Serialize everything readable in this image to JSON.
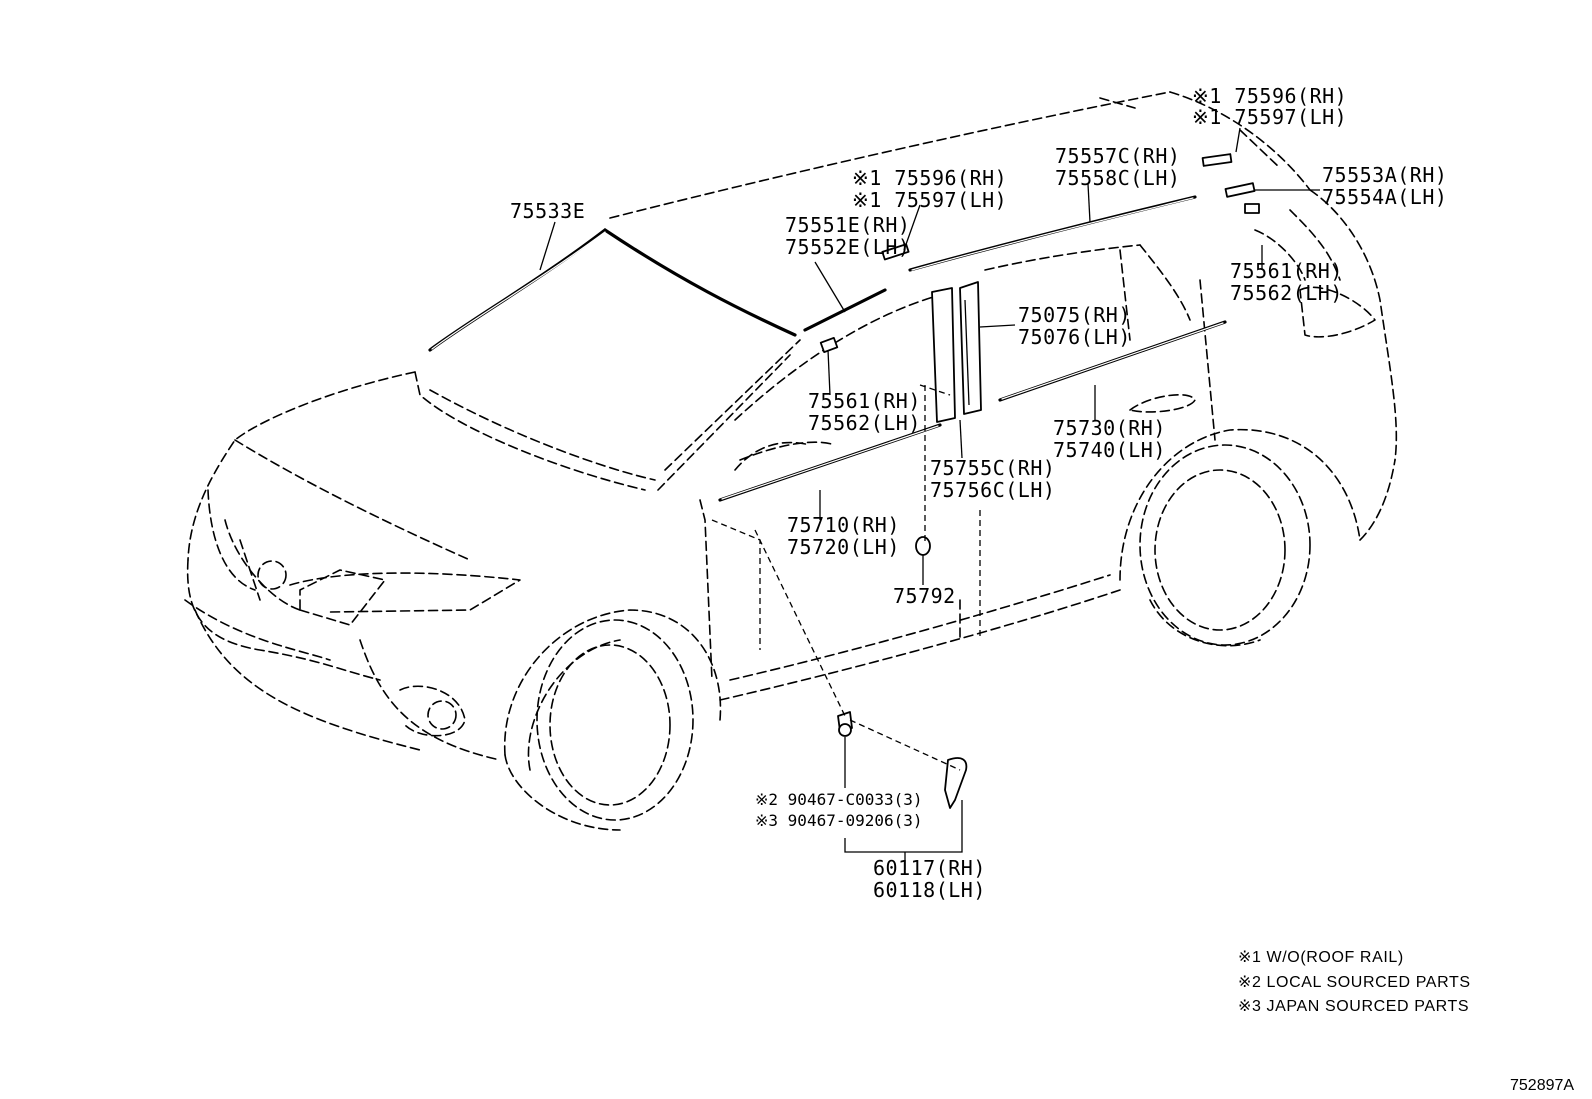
{
  "labels": {
    "l_75533E": "75533E",
    "l_75596_rh_a": "※1 75596(RH)",
    "l_75597_lh_a": "※1 75597(LH)",
    "l_75596_rh_b": "※1 75596(RH)",
    "l_75597_lh_b": "※1 75597(LH)",
    "l_75557C": "75557C(RH)",
    "l_75558C": "75558C(LH)",
    "l_75553A": "75553A(RH)",
    "l_75554A": "75554A(LH)",
    "l_75551E": "75551E(RH)",
    "l_75552E": "75552E(LH)",
    "l_75561_a": "75561(RH)",
    "l_75562_a": "75562(LH)",
    "l_75561_b": "75561(RH)",
    "l_75562_b": "75562(LH)",
    "l_75075": "75075(RH)",
    "l_75076": "75076(LH)",
    "l_75730": "75730(RH)",
    "l_75740": "75740(LH)",
    "l_75755C": "75755C(RH)",
    "l_75756C": "75756C(LH)",
    "l_75710": "75710(RH)",
    "l_75720": "75720(LH)",
    "l_75792": "75792",
    "l_90467_c": "※2 90467-C0033(3)",
    "l_90467_09": "※3 90467-09206(3)",
    "l_60117": "60117(RH)",
    "l_60118": "60118(LH)"
  },
  "notes": [
    "※1 W/O(ROOF RAIL)",
    "※2 LOCAL SOURCED PARTS",
    "※3 JAPAN SOURCED PARTS"
  ],
  "diagram_code": "752897A"
}
